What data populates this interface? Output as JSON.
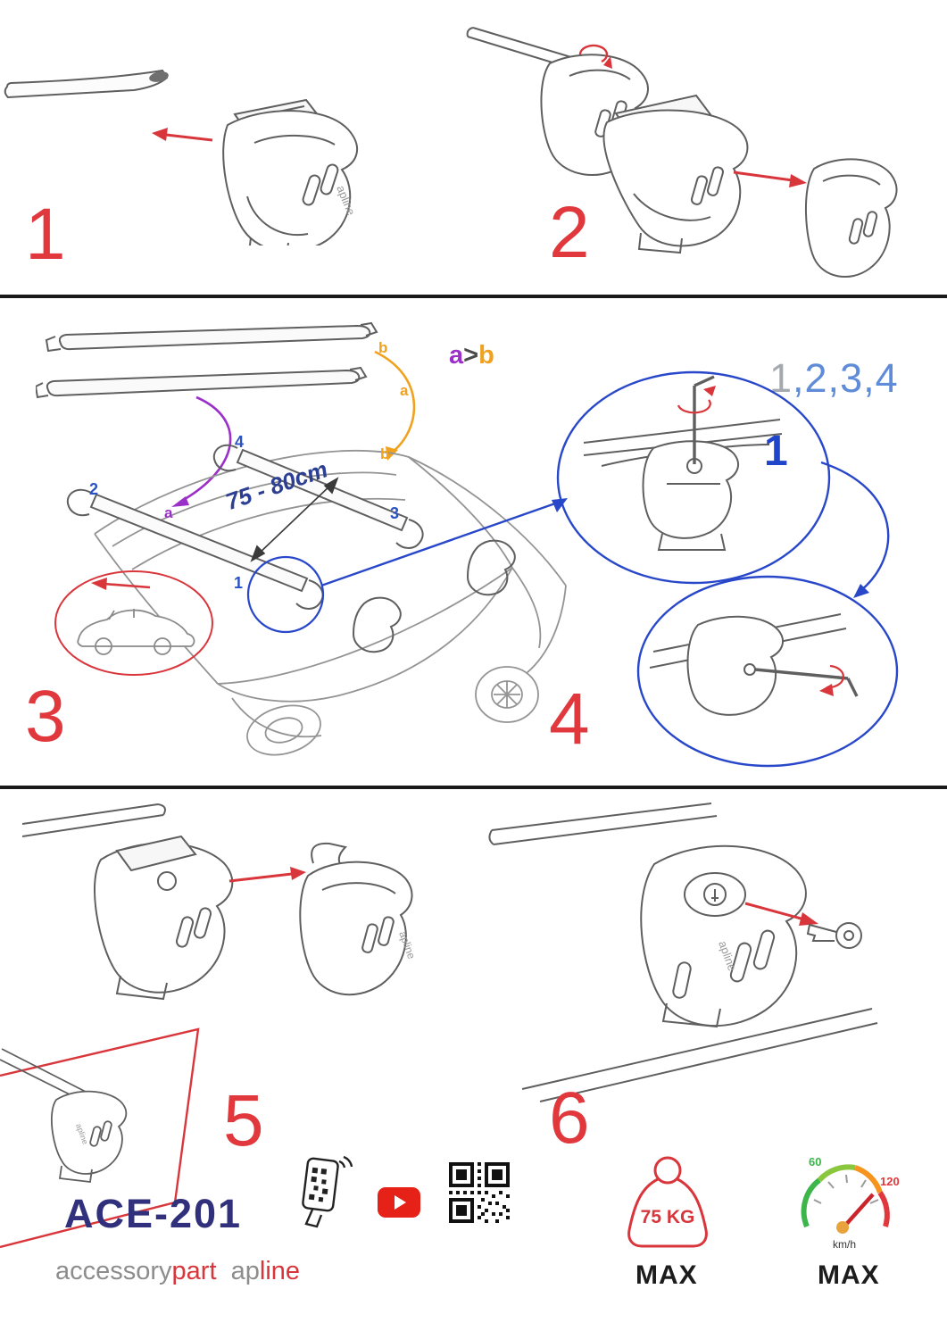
{
  "steps": {
    "s1": "1",
    "s2": "2",
    "s3": "3",
    "s4": "4",
    "s5": "5",
    "s6": "6"
  },
  "diagram": {
    "label_a": "a",
    "label_b": "b",
    "order_a": "a",
    "order_gt": ">",
    "order_b": "b",
    "sequence_first": "1",
    "sequence_rest": ",2,3,4",
    "detail_number": "1",
    "measurement": "75 - 80cm",
    "pos1": "1",
    "pos2": "2",
    "pos3": "3",
    "pos4": "4",
    "brand_on_part": "apline"
  },
  "footer": {
    "model": "ACE-201",
    "brand_accessory": "accessory",
    "brand_part": "part",
    "brand_ap": "ap",
    "brand_line": "line",
    "weight_value": "75 KG",
    "weight_max": "MAX",
    "speed_low": "60",
    "speed_high": "120",
    "speed_unit": "km/h",
    "speed_max": "MAX"
  },
  "colors": {
    "accent_red": "#d9363c",
    "accent_blue": "#2847c9",
    "accent_purple": "#9b30c9",
    "accent_orange": "#f0a11e",
    "model_navy": "#30307c"
  }
}
